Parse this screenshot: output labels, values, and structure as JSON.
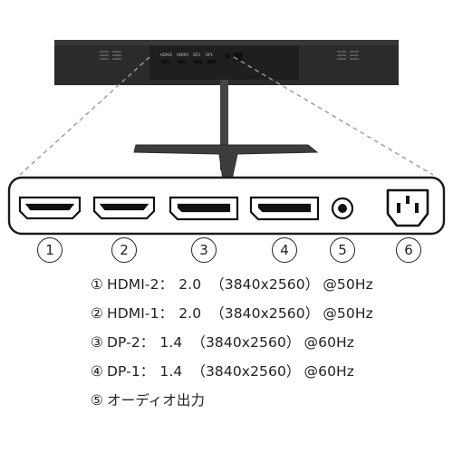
{
  "monitor": {
    "port_labels": [
      "HDMI2",
      "HDMI1",
      "DP2",
      "DP1"
    ]
  },
  "ports": [
    {
      "number": "1",
      "icon": "hdmi-port-icon"
    },
    {
      "number": "2",
      "icon": "hdmi-port-icon"
    },
    {
      "number": "3",
      "icon": "displayport-icon"
    },
    {
      "number": "4",
      "icon": "displayport-icon"
    },
    {
      "number": "5",
      "icon": "audio-jack-icon"
    },
    {
      "number": "6",
      "icon": "ac-power-inlet-icon"
    }
  ],
  "specs": [
    {
      "mark": "①",
      "name": "HDMI-2",
      "sep": "：",
      "version": "2.0",
      "resolution": "（3840x2560）",
      "rate": "@50Hz"
    },
    {
      "mark": "②",
      "name": "HDMI-1",
      "sep": "：",
      "version": "2.0",
      "resolution": "（3840x2560）",
      "rate": "@50Hz"
    },
    {
      "mark": "③",
      "name": "DP-2",
      "sep": "：",
      "version": "1.4",
      "resolution": "（3840x2560）",
      "rate": "@60Hz"
    },
    {
      "mark": "④",
      "name": "DP-1",
      "sep": "：",
      "version": "1.4",
      "resolution": "（3840x2560）",
      "rate": "@60Hz"
    },
    {
      "mark": "⑤",
      "name": "オーディオ出力",
      "sep": "",
      "version": "",
      "resolution": "",
      "rate": ""
    }
  ],
  "colors": {
    "monitor_body": "#2b2b2b",
    "stand": "#444444",
    "outline": "#1a1a1a",
    "leader_line": "#9a9a9a"
  }
}
